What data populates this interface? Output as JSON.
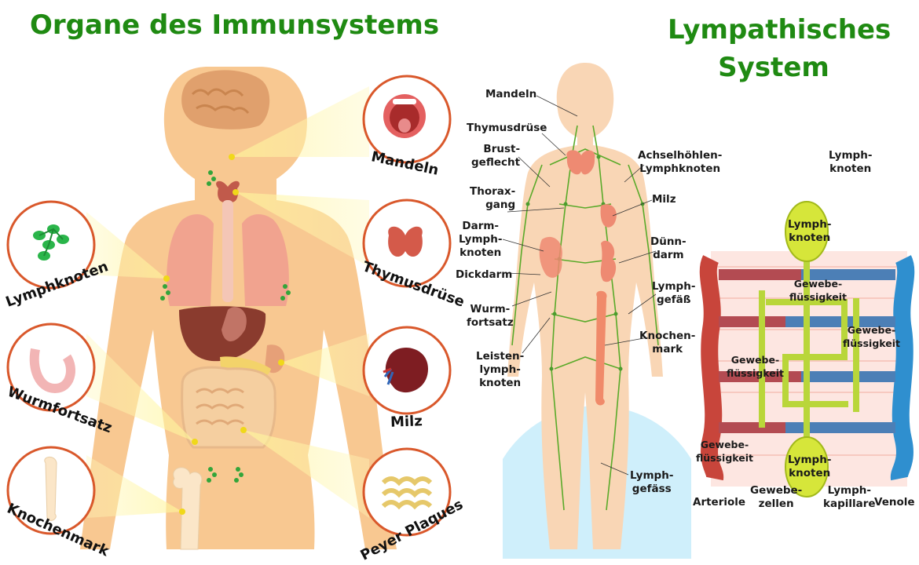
{
  "title_left": "Organe des Immunsystems",
  "title_right": "Lympathisches System",
  "left_labels": {
    "mandeln": "Mandeln",
    "lymphknoten": "Lymphknoten",
    "thymusdruese": "Thymusdrüse",
    "wurmfortsatz": "Wurmfortsatz",
    "milz": "Milz",
    "knochenmark": "Knochenmark",
    "peyer": "Peyer Plaques"
  },
  "middle_labels": {
    "mandeln": "Mandeln",
    "thymusdruese": "Thymusdrüse",
    "brustgeflecht": "Brust-\ngeflecht",
    "thoraxgang": "Thorax-\ngang",
    "darmlymph": "Darm-\nLymph-\nknoten",
    "dickdarm": "Dickdarm",
    "wurmfortsatz": "Wurm-\nfortsatz",
    "leisten": "Leisten-\nlymph-\nknoten",
    "achsel": "Achselhöhlen-\nLymphknoten",
    "milz": "Milz",
    "duenndarm": "Dünn-\ndarm",
    "lymphgefaess1": "Lymph-\ngefäß",
    "knochenmark": "Knochen-\nmark",
    "lymphgefaess2": "Lymph-\ngefäss"
  },
  "right_labels": {
    "lymphknoten_top_free": "Lymph-\nknoten",
    "lymphknoten_top": "Lymph-\nknoten",
    "gewebe1": "Gewebe-\nflüssigkeit",
    "gewebe2": "Gewebe-\nflüssigkeit",
    "gewebe3": "Gewebe-\nflüssigkeit",
    "gewebe4": "Gewebe-\nflüssigkeit",
    "lymphknoten_bottom": "Lymph-\nknoten",
    "arteriole": "Arteriole",
    "gewebezellen": "Gewebe-\nzellen",
    "lymphkapillare": "Lymph-\nkapillare",
    "venole": "Venole"
  },
  "colors": {
    "title": "#1f8a12",
    "skin": "#f8c891",
    "lymph": "#b9d63a",
    "artery": "#c8453b",
    "vein": "#2f8fcf",
    "circle_border": "#d9582b"
  }
}
